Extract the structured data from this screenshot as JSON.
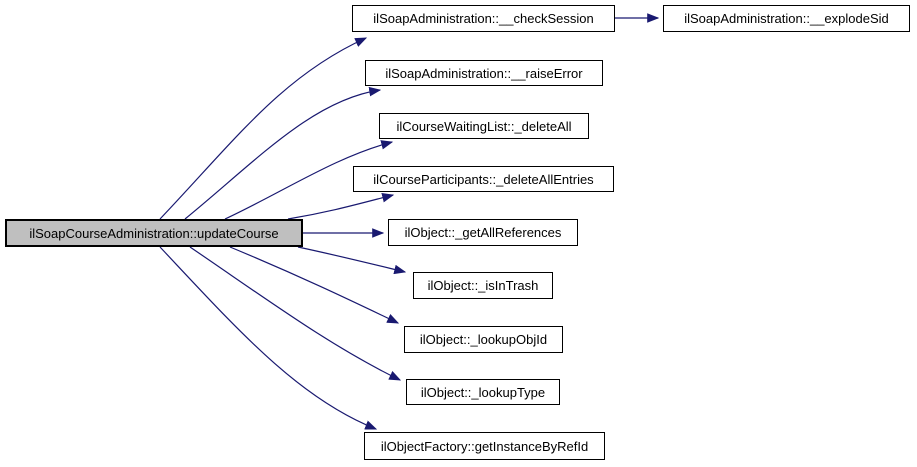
{
  "diagram": {
    "type": "call-graph",
    "background_color": "#ffffff",
    "edge_color": "#191970",
    "node_border_color": "#000000",
    "node_fill_color": "#ffffff",
    "main_node_fill_color": "#bfbfbf",
    "nodes": {
      "main": {
        "label": "ilSoapCourseAdministration::updateCourse"
      },
      "check_session": {
        "label": "ilSoapAdministration::__checkSession"
      },
      "explode_sid": {
        "label": "ilSoapAdministration::__explodeSid"
      },
      "raise_error": {
        "label": "ilSoapAdministration::__raiseError"
      },
      "delete_all": {
        "label": "ilCourseWaitingList::_deleteAll"
      },
      "delete_all_entries": {
        "label": "ilCourseParticipants::_deleteAllEntries"
      },
      "get_all_references": {
        "label": "ilObject::_getAllReferences"
      },
      "is_in_trash": {
        "label": "ilObject::_isInTrash"
      },
      "lookup_obj_id": {
        "label": "ilObject::_lookupObjId"
      },
      "lookup_type": {
        "label": "ilObject::_lookupType"
      },
      "get_instance_by_ref_id": {
        "label": "ilObjectFactory::getInstanceByRefId"
      }
    },
    "edges": [
      {
        "from": "ilSoapCourseAdministration::updateCourse",
        "to": "ilSoapAdministration::__checkSession"
      },
      {
        "from": "ilSoapAdministration::__checkSession",
        "to": "ilSoapAdministration::__explodeSid"
      },
      {
        "from": "ilSoapCourseAdministration::updateCourse",
        "to": "ilSoapAdministration::__raiseError"
      },
      {
        "from": "ilSoapCourseAdministration::updateCourse",
        "to": "ilCourseWaitingList::_deleteAll"
      },
      {
        "from": "ilSoapCourseAdministration::updateCourse",
        "to": "ilCourseParticipants::_deleteAllEntries"
      },
      {
        "from": "ilSoapCourseAdministration::updateCourse",
        "to": "ilObject::_getAllReferences"
      },
      {
        "from": "ilSoapCourseAdministration::updateCourse",
        "to": "ilObject::_isInTrash"
      },
      {
        "from": "ilSoapCourseAdministration::updateCourse",
        "to": "ilObject::_lookupObjId"
      },
      {
        "from": "ilSoapCourseAdministration::updateCourse",
        "to": "ilObject::_lookupType"
      },
      {
        "from": "ilSoapCourseAdministration::updateCourse",
        "to": "ilObjectFactory::getInstanceByRefId"
      }
    ]
  }
}
